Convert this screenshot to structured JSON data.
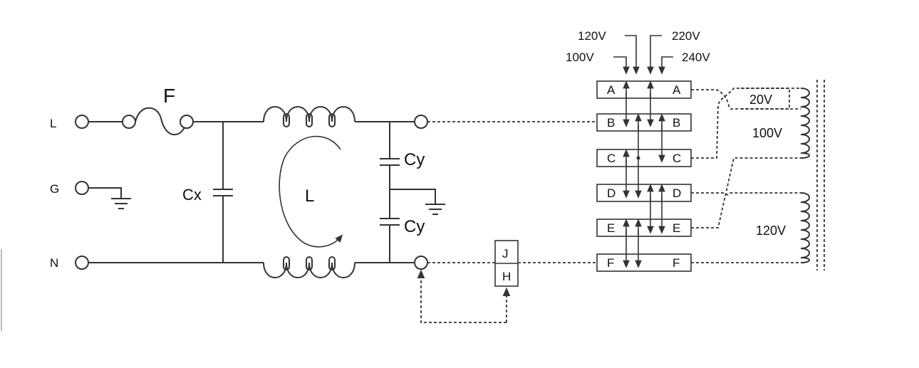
{
  "lines": {
    "L": "L",
    "G": "G",
    "N": "N"
  },
  "components": {
    "fuse": "F",
    "cx": "Cx",
    "choke": "L",
    "cy_top": "Cy",
    "cy_bottom": "Cy"
  },
  "connector": {
    "top": "J",
    "bottom": "H"
  },
  "voltage_inputs": [
    "120V",
    "220V",
    "100V",
    "240V"
  ],
  "switch_rows": [
    {
      "left": "A",
      "right": "A"
    },
    {
      "left": "B",
      "right": "B"
    },
    {
      "left": "C",
      "right": "C"
    },
    {
      "left": "D",
      "right": "D"
    },
    {
      "left": "E",
      "right": "E"
    },
    {
      "left": "F",
      "right": "F"
    }
  ],
  "windings": [
    "20V",
    "100V",
    "120V"
  ]
}
